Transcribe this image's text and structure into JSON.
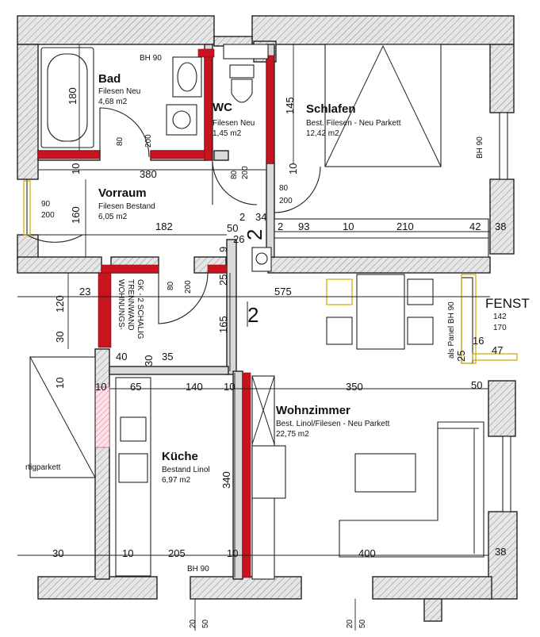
{
  "rooms": [
    {
      "name": "Bad",
      "desc": "Filesen Neu",
      "area": "4,68 m2"
    },
    {
      "name": "WC",
      "desc": "Filesen Neu",
      "area": "1,45 m2"
    },
    {
      "name": "Schlafen",
      "desc": "Best. Filesen - Neu Parkett",
      "area": "12,42 m2"
    },
    {
      "name": "Vorraum",
      "desc": "Filesen Bestand",
      "area": "6,05 m2"
    },
    {
      "name": "Wohnzimmer",
      "desc": "Best. Linol/Filesen - Neu Parkett",
      "area": "22,75 m2"
    },
    {
      "name": "Küche",
      "desc": "Bestand Linol",
      "area": "6,97 m2"
    }
  ],
  "labels": {
    "bh90": "BH 90",
    "wall_note_1": "WOHNUNGS-",
    "wall_note_2": "TRENNWAND",
    "wall_note_3": "GK - 2 SCHALIG",
    "panel_note": "als Panel BH 90",
    "fenst": "FENST",
    "parkett_cut": "rtigparkett",
    "stair_marker": "2"
  },
  "dimensions": {
    "d180": "180",
    "d80": "80",
    "d200": "200",
    "d145": "145",
    "d10": "10",
    "d380": "380",
    "d90": "90",
    "d160": "160",
    "d182": "182",
    "d2": "2",
    "d34": "34",
    "d50": "50",
    "d26": "26",
    "d9": "9",
    "d93": "93",
    "d210": "210",
    "d42": "42",
    "d38": "38",
    "d23": "23",
    "d25": "25",
    "d575": "575",
    "d120": "120",
    "d30": "30",
    "d165": "165",
    "d142": "142",
    "d170": "170",
    "d16": "16",
    "d47": "47",
    "d40": "40",
    "d35": "35",
    "d65": "65",
    "d140": "140",
    "d350": "350",
    "d340": "340",
    "d205": "205",
    "d400": "400",
    "d20": "20"
  }
}
